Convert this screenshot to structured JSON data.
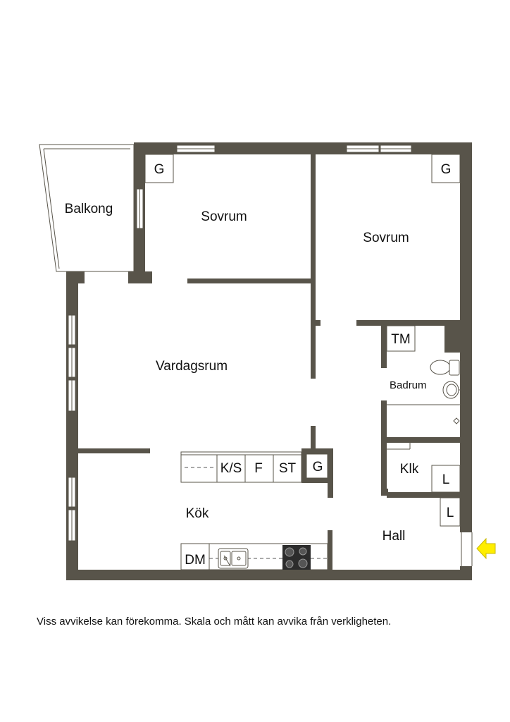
{
  "rooms": {
    "balkong": "Balkong",
    "sovrum_1": "Sovrum",
    "sovrum_2": "Sovrum",
    "vardagsrum": "Vardagsrum",
    "kok": "Kök",
    "hall": "Hall",
    "badrum": "Badrum",
    "klk": "Klk"
  },
  "fixtures": {
    "g_sovrum_1": "G",
    "g_sovrum_2": "G",
    "g_kok": "G",
    "tm": "TM",
    "ks": "K/S",
    "f": "F",
    "st": "ST",
    "dm": "DM",
    "l_klk": "L",
    "l_hall": "L"
  },
  "disclaimer": "Viss avvikelse kan förekomma. Skala och mått kan avvika från verkligheten.",
  "colors": {
    "wall": "#58544a",
    "entrance_arrow": "#ffee00"
  },
  "icons": {
    "entrance": "entrance-arrow-icon",
    "toilet": "toilet-icon",
    "sink": "washbasin-icon",
    "shower_drain": "floor-drain-icon",
    "kitchen_sink": "kitchen-sink-icon",
    "stove": "stove-icon"
  }
}
